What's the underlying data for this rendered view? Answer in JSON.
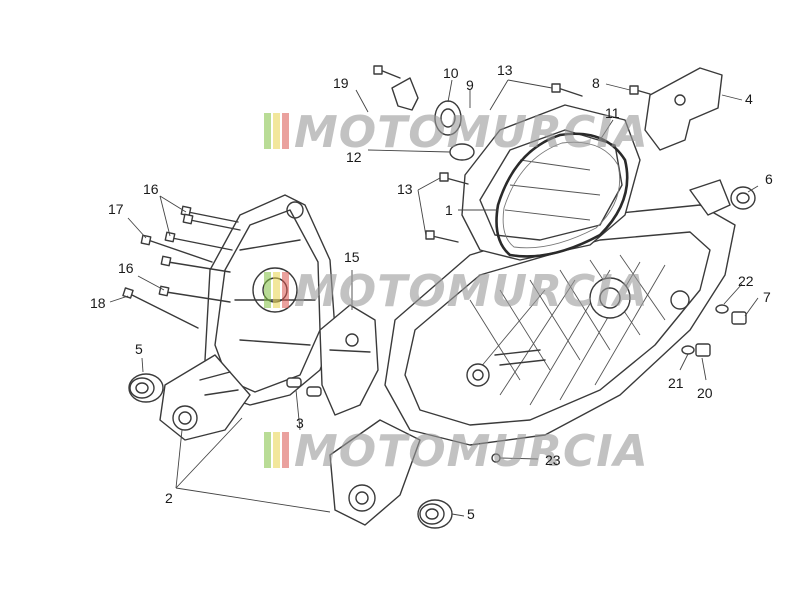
{
  "watermark": {
    "text": "MOTOMURCIA",
    "colors": {
      "green": "#7fbf3f",
      "yellow": "#e8d44a",
      "red": "#d9534f",
      "text": "#9a9a9a"
    }
  },
  "callouts": {
    "c1": "1",
    "c2": "2",
    "c3": "3",
    "c4": "4",
    "c5a": "5",
    "c5b": "5",
    "c6": "6",
    "c7": "7",
    "c8": "8",
    "c9": "9",
    "c10": "10",
    "c11": "11",
    "c12": "12",
    "c13a": "13",
    "c13b": "13",
    "c15": "15",
    "c16a": "16",
    "c16b": "16",
    "c17": "17",
    "c18": "18",
    "c19": "19",
    "c20": "20",
    "c21": "21",
    "c22": "22",
    "c23": "23"
  }
}
